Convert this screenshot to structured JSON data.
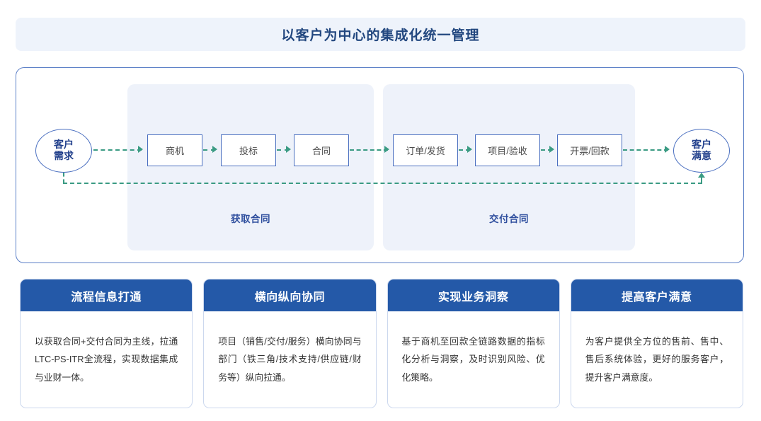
{
  "header": {
    "title": "以客户为中心的集成化统一管理"
  },
  "flow": {
    "start_node": {
      "line1": "客户",
      "line2": "需求"
    },
    "end_node": {
      "line1": "客户",
      "line2": "满意"
    },
    "groups": [
      {
        "id": "acquire",
        "label": "获取合同"
      },
      {
        "id": "deliver",
        "label": "交付合同"
      }
    ],
    "steps": [
      {
        "id": "opportunity",
        "label": "商机",
        "group": "acquire"
      },
      {
        "id": "bid",
        "label": "投标",
        "group": "acquire"
      },
      {
        "id": "contract",
        "label": "合同",
        "group": "acquire"
      },
      {
        "id": "order",
        "label": "订单/发货",
        "group": "deliver"
      },
      {
        "id": "project",
        "label": "项目/验收",
        "group": "deliver"
      },
      {
        "id": "invoice",
        "label": "开票/回款",
        "group": "deliver"
      }
    ],
    "colors": {
      "arrow": "#3a9b83",
      "node_border": "#4a6fc0",
      "panel_bg": "#eef2fa",
      "container_border": "#5b7fc7",
      "node_text": "#22408c"
    }
  },
  "cards": [
    {
      "title": "流程信息打通",
      "body": "以获取合同+交付合同为主线，拉通LTC-PS-ITR全流程，实现数据集成与业财一体。"
    },
    {
      "title": "横向纵向协同",
      "body": "项目（销售/交付/服务）横向协同与部门（铁三角/技术支持/供应链/财务等）纵向拉通。"
    },
    {
      "title": "实现业务洞察",
      "body": "基于商机至回款全链路数据的指标化分析与洞察，及时识别风险、优化策略。"
    },
    {
      "title": "提高客户满意",
      "body": "为客户提供全方位的售前、售中、售后系统体验，更好的服务客户，提升客户满意度。"
    }
  ],
  "card_style": {
    "header_bg": "#2459a8",
    "border": "#ccd8ee"
  }
}
